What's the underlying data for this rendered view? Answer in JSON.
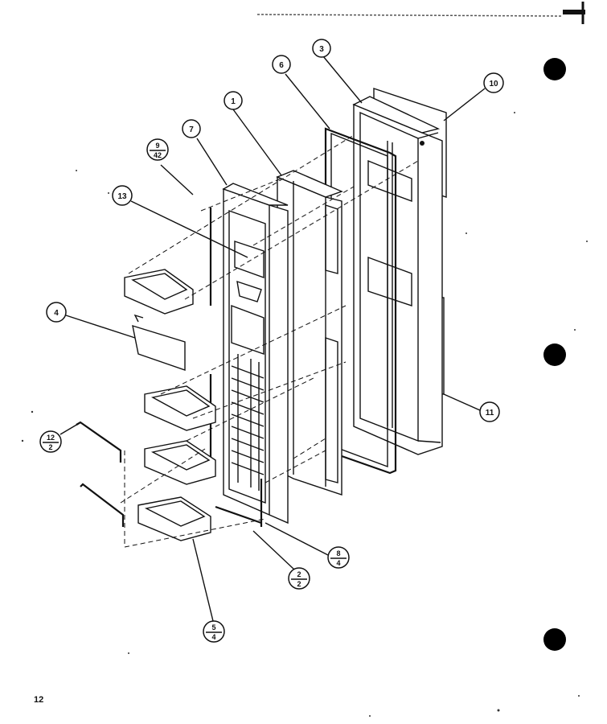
{
  "page_number": "12",
  "callouts": [
    {
      "id": "c1",
      "top": "1"
    },
    {
      "id": "c3",
      "top": "3"
    },
    {
      "id": "c4",
      "top": "4"
    },
    {
      "id": "c6",
      "top": "6"
    },
    {
      "id": "c7",
      "top": "7"
    },
    {
      "id": "c10",
      "top": "10"
    },
    {
      "id": "c11",
      "top": "11"
    },
    {
      "id": "c13",
      "top": "13"
    },
    {
      "id": "c9",
      "top": "9",
      "bottom": "42"
    },
    {
      "id": "c12",
      "top": "12",
      "bottom": "2"
    },
    {
      "id": "c8",
      "top": "8",
      "bottom": "4"
    },
    {
      "id": "c2",
      "top": "2",
      "bottom": "2"
    },
    {
      "id": "c5",
      "top": "5",
      "bottom": "4"
    }
  ]
}
